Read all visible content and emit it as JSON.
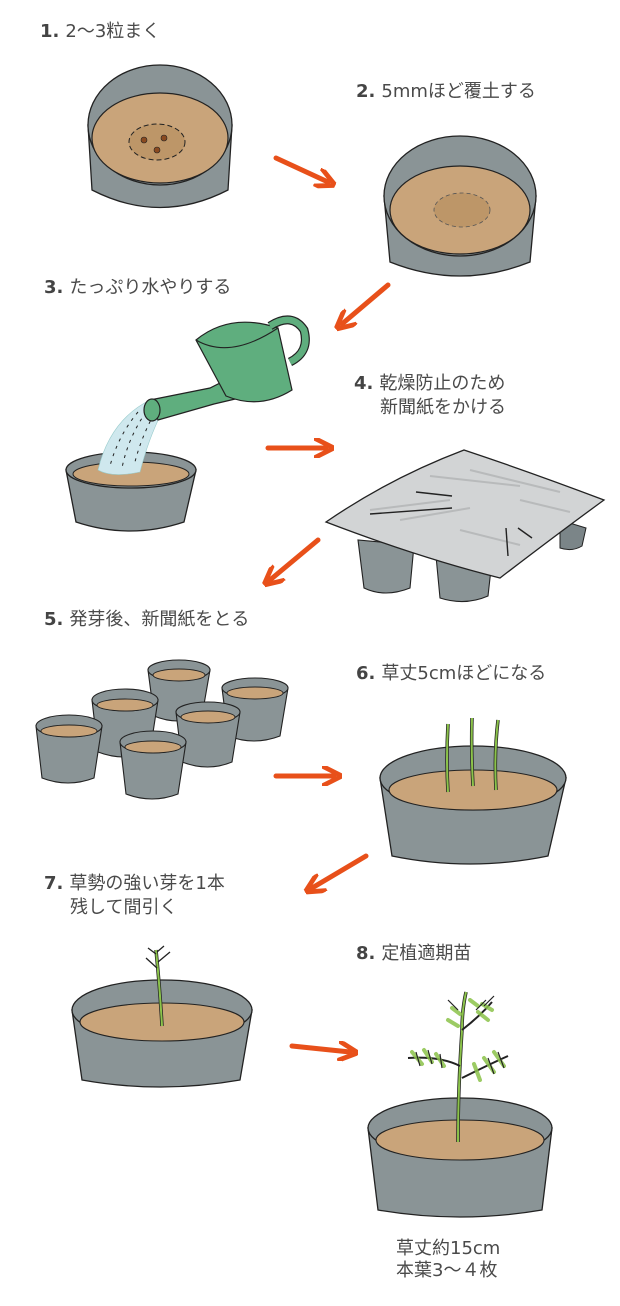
{
  "colors": {
    "pot": "#8a9496",
    "pot_dark": "#7b8588",
    "soil": "#c9a47a",
    "soil_dark": "#b88f63",
    "arrow": "#e8501a",
    "can": "#5fae7e",
    "water": "#cfe8ee",
    "newspaper": "#d2d4d5",
    "sprout": "#8bc34a",
    "outline": "#222222"
  },
  "steps": [
    {
      "num": "1.",
      "text": "2〜3粒まく"
    },
    {
      "num": "2.",
      "text": "5mmほど覆土する"
    },
    {
      "num": "3.",
      "text": "たっぷり水やりする"
    },
    {
      "num": "4.",
      "text": "乾燥防止のため",
      "text2": "新聞紙をかける"
    },
    {
      "num": "5.",
      "text": "発芽後、新聞紙をとる"
    },
    {
      "num": "6.",
      "text": "草丈5cmほどになる"
    },
    {
      "num": "7.",
      "text": "草勢の強い芽を1本",
      "text2": "残して間引く"
    },
    {
      "num": "8.",
      "text": "定植適期苗"
    }
  ],
  "final_note": {
    "line1": "草丈約15cm",
    "line2": "本葉3〜４枚"
  }
}
